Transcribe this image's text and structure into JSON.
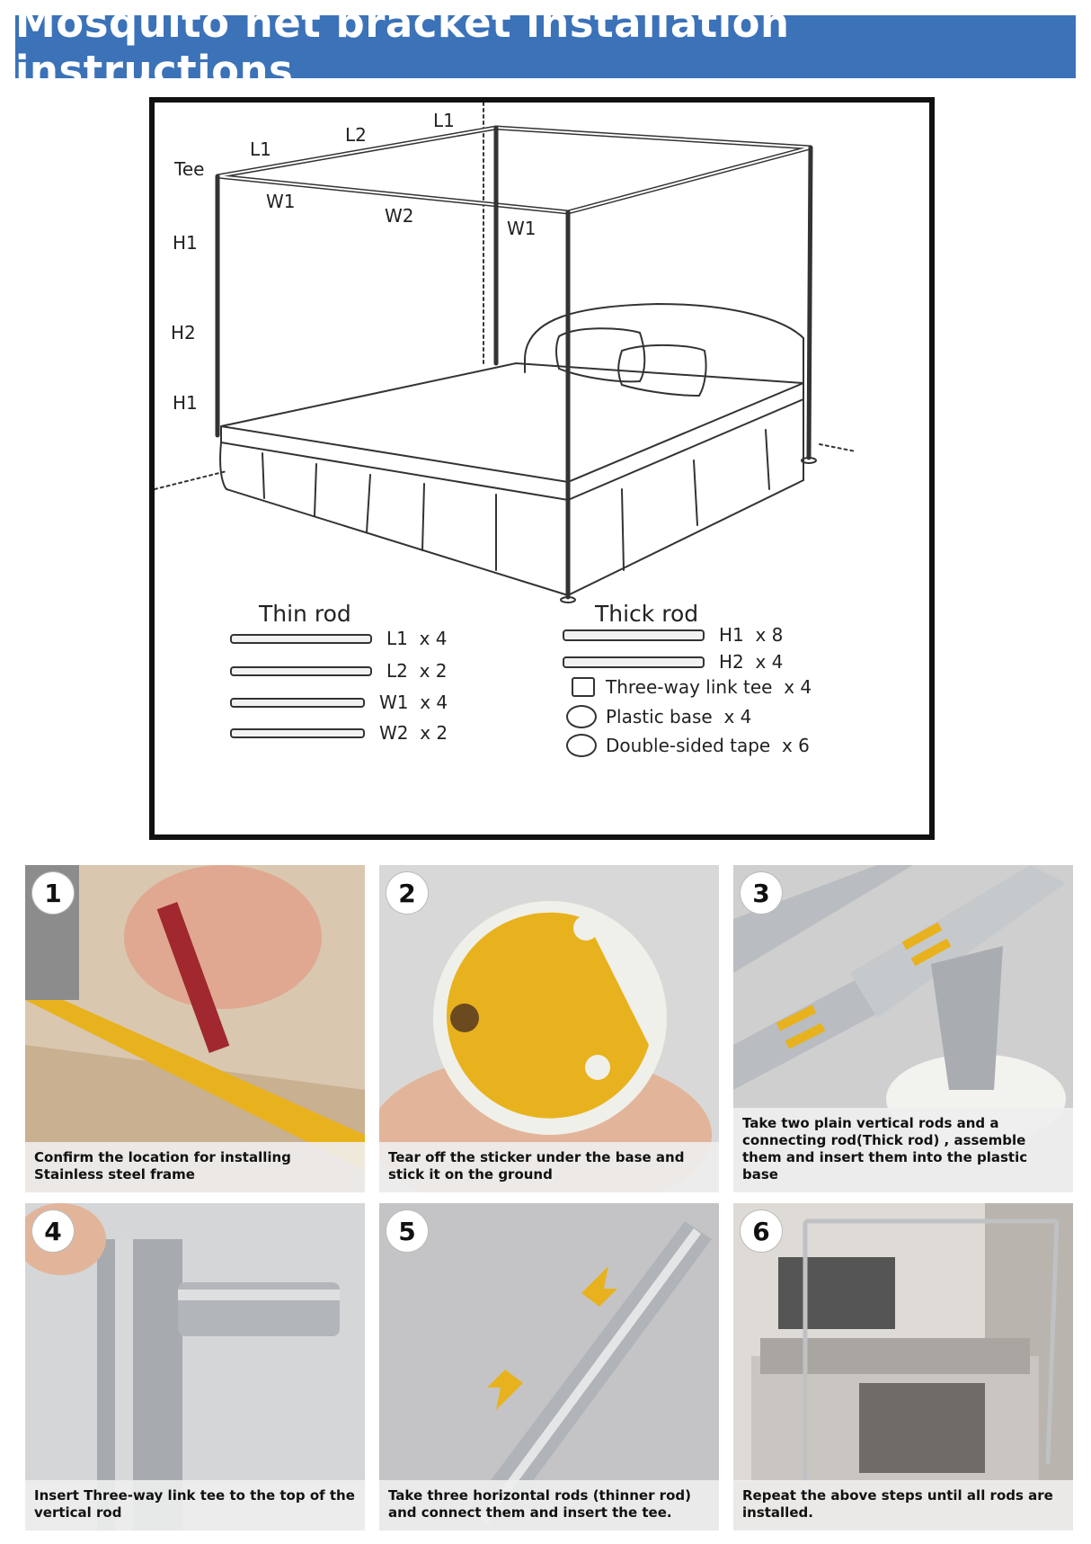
{
  "title": "Mosquito net bracket installation instructions",
  "diagram": {
    "labels": {
      "tee": "Tee",
      "l1_left": "L1",
      "l2": "L2",
      "l1_right": "L1",
      "w1_left": "W1",
      "w2": "W2",
      "w1_right": "W1",
      "h1_top": "H1",
      "h2": "H2",
      "h1_bottom": "H1"
    },
    "thin_rod": {
      "heading": "Thin rod",
      "items": [
        {
          "name": "L1",
          "qty": "x 4"
        },
        {
          "name": "L2",
          "qty": "x 2"
        },
        {
          "name": "W1",
          "qty": "x 4"
        },
        {
          "name": "W2",
          "qty": "x 2"
        }
      ]
    },
    "thick_rod": {
      "heading": "Thick rod",
      "items": [
        {
          "name": "H1",
          "qty": "x 8"
        },
        {
          "name": "H2",
          "qty": "x 4"
        },
        {
          "name": "Three-way link tee",
          "qty": "x 4"
        },
        {
          "name": "Plastic base",
          "qty": "x 4"
        },
        {
          "name": "Double-sided tape",
          "qty": "x 6"
        }
      ]
    }
  },
  "steps": [
    {
      "number": "1",
      "caption": "Confirm the location for installing Stainless steel frame"
    },
    {
      "number": "2",
      "caption": "Tear off the sticker under the base and stick it on the ground"
    },
    {
      "number": "3",
      "caption": "Take two plain vertical rods and a connecting rod(Thick rod) , assemble them and insert them into the plastic base"
    },
    {
      "number": "4",
      "caption": "Insert Three-way link tee to the top of the vertical rod"
    },
    {
      "number": "5",
      "caption": "Take three horizontal rods (thinner rod) and connect them and insert the tee."
    },
    {
      "number": "6",
      "caption": "Repeat the above steps until all rods are installed."
    }
  ],
  "colors": {
    "banner": "#3b72b8",
    "tape": "#e8b21e",
    "steel": "#b9bcc0"
  }
}
